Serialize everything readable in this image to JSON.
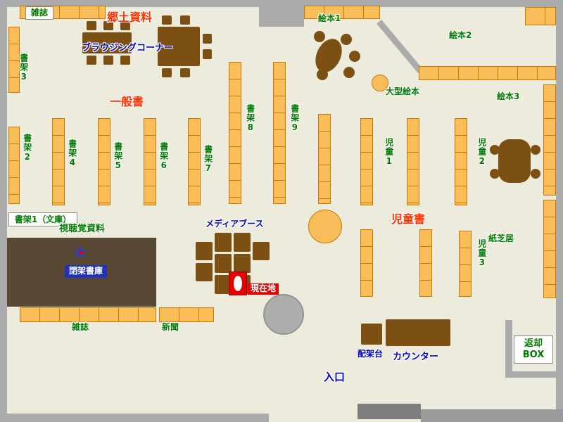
{
  "colors": {
    "floor": "#EDEBDC",
    "wall": "#ABABAB",
    "shelf_fill": "#F9BE5A",
    "shelf_border": "#C87800",
    "wood": "#7C4F12",
    "closed_stack_fill": "#584834",
    "label_green": "#007A00",
    "label_red": "#FF3300",
    "label_blue": "#0000BB",
    "marker_red": "#E60000",
    "marker_blue": "#2244CC"
  },
  "icons": {
    "star": "★"
  },
  "areas": {
    "local_materials": "郷土資料",
    "general_books": "一般書",
    "children_books": "児童書"
  },
  "labels": {
    "magazines_top": "雑誌",
    "browsing_corner": "ブラウジングコーナー",
    "shelf1_bunko": "書架1（文庫）",
    "shelf2": "書架2",
    "shelf3": "書架3",
    "shelf4": "書架4",
    "shelf5": "書架5",
    "shelf6": "書架6",
    "shelf7": "書架7",
    "shelf8": "書架8",
    "shelf9": "書架9",
    "picture_books1": "絵本1",
    "picture_books2": "絵本2",
    "picture_books3": "絵本3",
    "large_picture_books": "大型絵本",
    "children1": "児童1",
    "children2": "児童2",
    "children3": "児童3",
    "kamishibai": "紙芝居",
    "av_materials": "視聴覚資料",
    "media_booth": "メディアブース",
    "closed_stacks": "閉架書庫",
    "magazines_bottom": "雑誌",
    "newspapers": "新聞",
    "shelving_stand": "配架台",
    "counter": "カウンター",
    "entrance": "入口",
    "current_location": "現在地",
    "return_box_line1": "返却",
    "return_box_line2": "BOX"
  }
}
